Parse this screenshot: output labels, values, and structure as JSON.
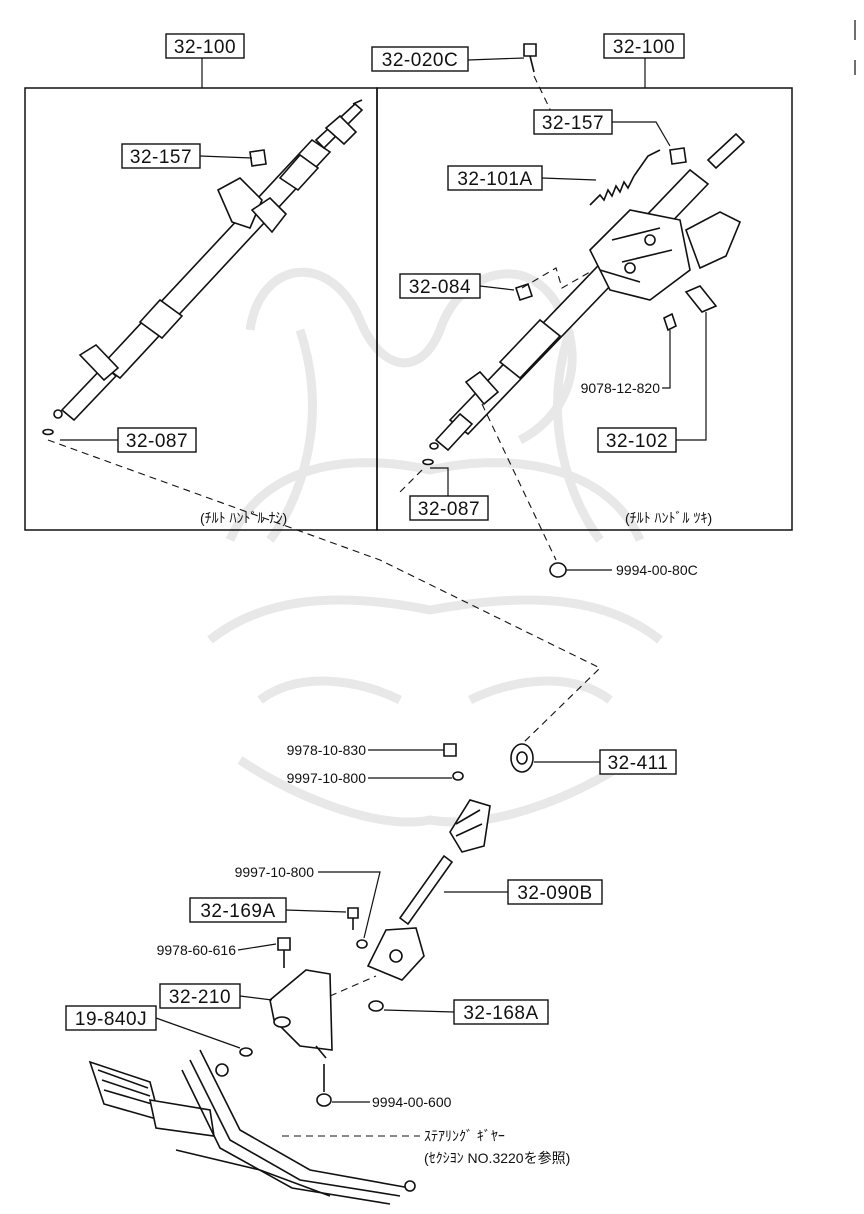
{
  "frame_labels": {
    "left_title": "32-100",
    "right_title": "32-100",
    "left_caption": "(ﾁﾙﾄ ﾊﾝﾄﾞﾙ ﾅｼ)",
    "right_caption": "(ﾁﾙﾄ ﾊﾝﾄﾞﾙ ﾂｷ)"
  },
  "part_labels": {
    "p32_020c": "32-020C",
    "p32_157_left": "32-157",
    "p32_157_right": "32-157",
    "p32_101a": "32-101A",
    "p32_084": "32-084",
    "p9078_12_820": "9078-12-820",
    "p32_102": "32-102",
    "p32_087_left": "32-087",
    "p32_087_right": "32-087",
    "p9994_00_80c": "9994-00-80C",
    "p9978_10_830": "9978-10-830",
    "p9997_10_800_a": "9997-10-800",
    "p32_411": "32-411",
    "p9997_10_800_b": "9997-10-800",
    "p32_090b": "32-090B",
    "p32_169a": "32-169A",
    "p9978_60_616": "9978-60-616",
    "p32_210": "32-210",
    "p19_840j": "19-840J",
    "p32_168a": "32-168A",
    "p9994_00_600": "9994-00-600"
  },
  "notes": {
    "gear_line1": "ｽﾃｱﾘﾝｸﾞ ｷﾞﾔｰ",
    "gear_line2": "(ｾｸｼﾖﾝ NO.3220を参照)"
  }
}
